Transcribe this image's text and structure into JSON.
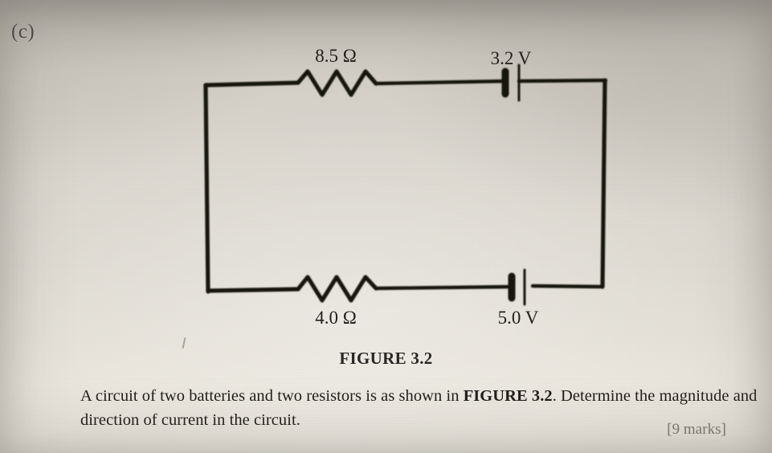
{
  "page": {
    "part_label": "(c)",
    "figure_caption": "FIGURE 3.2",
    "marks_note": "[9 marks]",
    "background_color": "#d8d4cb",
    "ink_color": "#1b1916"
  },
  "circuit": {
    "title": "FIGURE 3.2",
    "description": "Series circuit loop containing two resistors and two batteries",
    "components": {
      "top_resistor": {
        "name": "resistor-8-5-ohm",
        "label": "8.5 Ω",
        "value": "8.5",
        "unit": "Ω",
        "label_position": "above",
        "branch": "top"
      },
      "top_battery": {
        "name": "battery-3-2-volt",
        "label": "3.2 V",
        "value": "3.2",
        "unit": "V",
        "label_position": "above",
        "branch": "top"
      },
      "bottom_resistor": {
        "name": "resistor-4-0-ohm",
        "label": "4.0 Ω",
        "value": "4.0",
        "unit": "Ω",
        "label_position": "below",
        "branch": "bottom"
      },
      "bottom_battery": {
        "name": "battery-5-0-volt",
        "label": "5.0 V",
        "value": "5.0",
        "unit": "V",
        "label_position": "below",
        "branch": "bottom"
      }
    }
  },
  "question": {
    "line1_part1": "A circuit of two batteries and two resistors is as shown in ",
    "line1_emphasis": "FIGURE 3.2",
    "line1_part2": ". Determine the",
    "line2": "magnitude and direction of current in the circuit."
  }
}
